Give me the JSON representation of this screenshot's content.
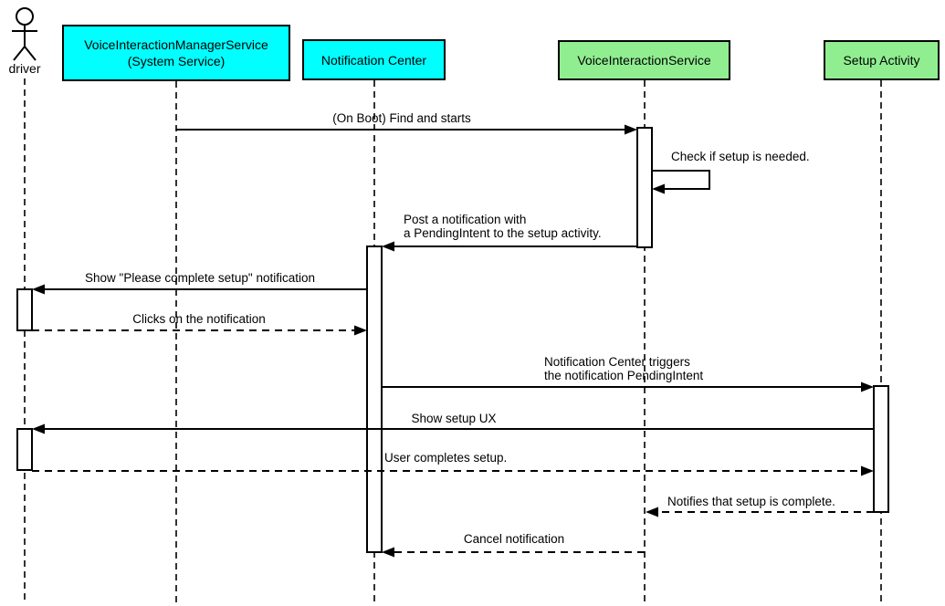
{
  "colors": {
    "participant_cyan": "#00ffff",
    "participant_green": "#90ee90",
    "line": "#000000",
    "background": "#ffffff"
  },
  "actor": {
    "label": "driver"
  },
  "participants": [
    {
      "label": "VoiceInteractionManagerService\n(System Service)",
      "fill": "#00ffff"
    },
    {
      "label": "Notification Center",
      "fill": "#00ffff"
    },
    {
      "label": "VoiceInteractionService",
      "fill": "#90ee90"
    },
    {
      "label": "Setup Activity",
      "fill": "#90ee90"
    }
  ],
  "messages": [
    {
      "label": "(On Boot) Find and starts",
      "from": "VoiceInteractionManagerService (System Service)",
      "to": "VoiceInteractionService",
      "style": "solid"
    },
    {
      "label": "Check if setup is needed.",
      "from": "VoiceInteractionService",
      "to": "VoiceInteractionService",
      "style": "self"
    },
    {
      "label": "Post a notification with\na PendingIntent to the setup activity.",
      "from": "VoiceInteractionService",
      "to": "Notification Center",
      "style": "solid"
    },
    {
      "label": "Show \"Please complete setup\" notification",
      "from": "Notification Center",
      "to": "driver",
      "style": "solid"
    },
    {
      "label": "Clicks on the notification",
      "from": "driver",
      "to": "Notification Center",
      "style": "dashed"
    },
    {
      "label": "Notification Center triggers\nthe notification PendingIntent",
      "from": "Notification Center",
      "to": "Setup Activity",
      "style": "solid"
    },
    {
      "label": "Show setup UX",
      "from": "Setup Activity",
      "to": "driver",
      "style": "solid"
    },
    {
      "label": "User completes setup.",
      "from": "driver",
      "to": "Setup Activity",
      "style": "dashed"
    },
    {
      "label": "Notifies that setup is complete.",
      "from": "Setup Activity",
      "to": "VoiceInteractionService",
      "style": "dashed"
    },
    {
      "label": "Cancel notification",
      "from": "VoiceInteractionService",
      "to": "Notification Center",
      "style": "dashed"
    }
  ]
}
